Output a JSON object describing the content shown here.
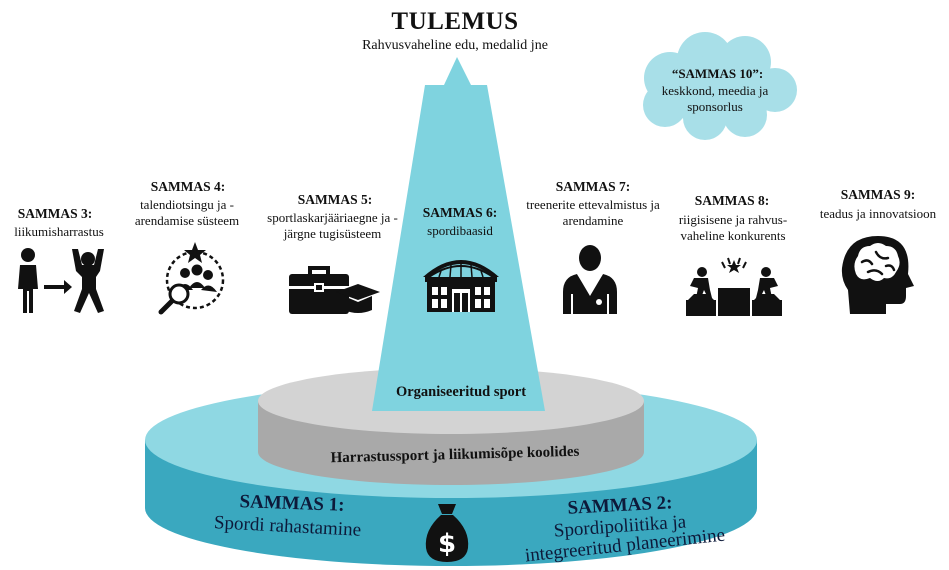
{
  "outcome": {
    "title": "TULEMUS",
    "subtitle": "Rahvusvaheline edu, medalid jne"
  },
  "cloud": {
    "title": "“SAMMAS 10”:",
    "desc": "keskkond, meedia ja sponsorlus"
  },
  "pillars": [
    {
      "title": "SAMMAS 3:",
      "desc": "liikumisharrastus",
      "icon": "person-progress-icon"
    },
    {
      "title": "SAMMAS 4:",
      "desc": "talendiotsingu ja -arendamise süsteem",
      "icon": "talent-search-icon"
    },
    {
      "title": "SAMMAS 5:",
      "desc": "sportlaskarjääriaegne ja -järgne tugisüsteem",
      "icon": "briefcase-graduation-icon"
    },
    {
      "title": "SAMMAS 6:",
      "desc": "spordibaasid",
      "icon": "stadium-icon"
    },
    {
      "title": "SAMMAS 7:",
      "desc": "treenerite ettevalmistus ja arendamine",
      "icon": "coach-icon"
    },
    {
      "title": "SAMMAS 8:",
      "desc": "riigisisene ja rahvus-vaheline konkurents",
      "icon": "podium-icon"
    },
    {
      "title": "SAMMAS 9:",
      "desc": "teadus ja innovatsioon",
      "icon": "brain-head-icon"
    }
  ],
  "levels": {
    "top": "Organiseeritud sport",
    "middle": "Harrastussport ja liikumisõpe koolides"
  },
  "base": {
    "left_title": "SAMMAS 1:",
    "left_desc": "Spordi rahastamine",
    "right_title": "SAMMAS 2:",
    "right_desc_1": "Spordipoliitika ja",
    "right_desc_2": "integreeritud planeerimine",
    "center_icon": "money-bag-icon"
  },
  "colors": {
    "teal": "#3fb3c9",
    "teal_dark": "#2a93ab",
    "light_teal": "#7fd3df",
    "cloud": "#a8dfe8",
    "gray_top": "#d0d0d0",
    "gray_side": "#a8a8a8",
    "icon": "#111111"
  }
}
